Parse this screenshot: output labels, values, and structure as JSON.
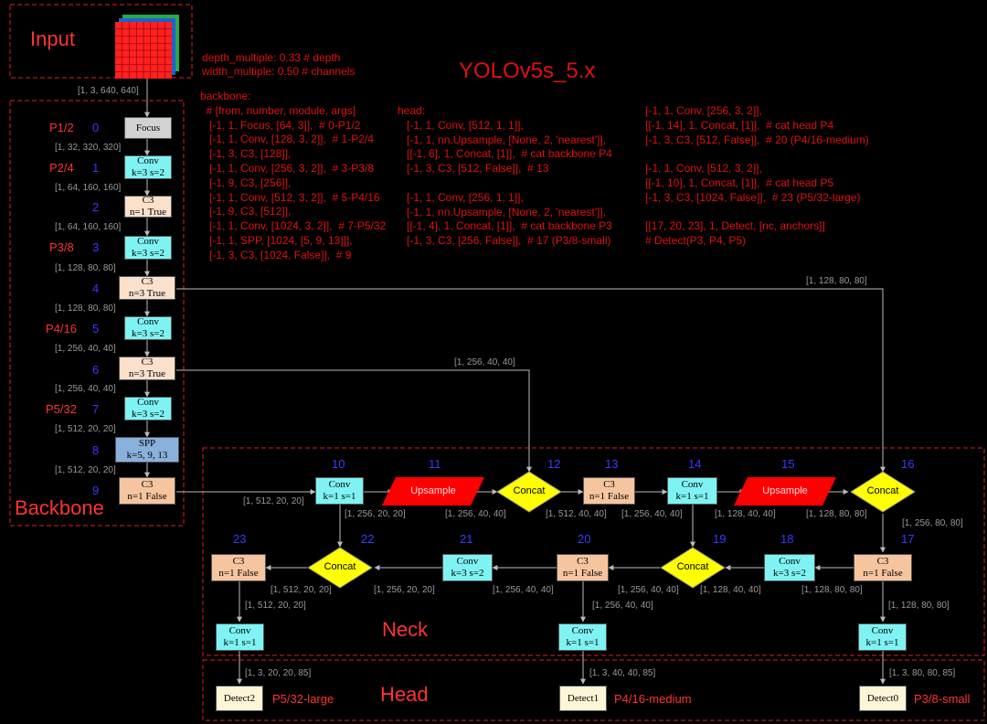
{
  "title": "YOLOv5s_5.x",
  "sections": {
    "input": "Input",
    "backbone": "Backbone",
    "neck": "Neck",
    "head": "Head"
  },
  "params": {
    "depth": "depth_multiple: 0.33  # depth",
    "width": "width_multiple: 0.50  # channels"
  },
  "backbone_code": [
    "backbone:",
    "  # [from, number, module, args]",
    "   [-1, 1, Focus, [64, 3]],  # 0-P1/2",
    "   [-1, 1, Conv, [128, 3, 2]],  # 1-P2/4",
    "   [-1, 3, C3, [128]],",
    "   [-1, 1, Conv, [256, 3, 2]],  # 3-P3/8",
    "   [-1, 9, C3, [256]],",
    "   [-1, 1, Conv, [512, 3, 2]],  # 5-P4/16",
    "   [-1, 9, C3, [512]],",
    "   [-1, 1, Conv, [1024, 3, 2]],  # 7-P5/32",
    "   [-1, 1, SPP, [1024, [5, 9, 13]]],",
    "   [-1, 3, C3, [1024, False]],  # 9"
  ],
  "head_code_1": [
    "head:",
    "   [-1, 1, Conv, [512, 1, 1]],",
    "   [-1, 1, nn.Upsample, [None, 2, 'nearest']],",
    "   [[-1, 6], 1, Concat, [1]],  # cat backbone P4",
    "   [-1, 3, C3, [512, False]],  # 13",
    "",
    "   [-1, 1, Conv, [256, 1, 1]],",
    "   [-1, 1, nn.Upsample, [None, 2, 'nearest']],",
    "   [[-1, 4], 1, Concat, [1]],  # cat backbone P3",
    "   [-1, 3, C3, [256, False]],  # 17 (P3/8-small)"
  ],
  "head_code_2": [
    "[-1, 1, Conv, [256, 3, 2]],",
    "[[-1, 14], 1, Concat, [1]],  # cat head P4",
    "[-1, 3, C3, [512, False]],  # 20 (P4/16-medium)",
    "",
    "[-1, 1, Conv, [512, 3, 2]],",
    "[[-1, 10], 1, Concat, [1]],  # cat head P5",
    "[-1, 3, C3, [1024, False]],  # 23 (P5/32-large)",
    "",
    "[[17, 20, 23], 1, Detect, [nc, anchors]]",
    "# Detect(P3, P4, P5)"
  ],
  "nodes": {
    "n0": {
      "idx": "0",
      "l1": "Focus",
      "l2": ""
    },
    "n1": {
      "idx": "1",
      "l1": "Conv",
      "l2": "k=3 s=2"
    },
    "n2": {
      "idx": "2",
      "l1": "C3",
      "l2": "n=1 True"
    },
    "n3": {
      "idx": "3",
      "l1": "Conv",
      "l2": "k=3 s=2"
    },
    "n4": {
      "idx": "4",
      "l1": "C3",
      "l2": "n=3 True"
    },
    "n5": {
      "idx": "5",
      "l1": "Conv",
      "l2": "k=3 s=2"
    },
    "n6": {
      "idx": "6",
      "l1": "C3",
      "l2": "n=3 True"
    },
    "n7": {
      "idx": "7",
      "l1": "Conv",
      "l2": "k=3 s=2"
    },
    "n8": {
      "idx": "8",
      "l1": "SPP",
      "l2": "k=5, 9, 13"
    },
    "n9": {
      "idx": "9",
      "l1": "C3",
      "l2": "n=1 False"
    },
    "n10": {
      "idx": "10",
      "l1": "Conv",
      "l2": "k=1 s=1"
    },
    "n11": {
      "idx": "11",
      "l1": "Upsample"
    },
    "n12": {
      "idx": "12",
      "l1": "Concat"
    },
    "n13": {
      "idx": "13",
      "l1": "C3",
      "l2": "n=1 False"
    },
    "n14": {
      "idx": "14",
      "l1": "Conv",
      "l2": "k=1 s=1"
    },
    "n15": {
      "idx": "15",
      "l1": "Upsample"
    },
    "n16": {
      "idx": "16",
      "l1": "Concat"
    },
    "n17": {
      "idx": "17",
      "l1": "C3",
      "l2": "n=1 False"
    },
    "n18": {
      "idx": "18",
      "l1": "Conv",
      "l2": "k=3 s=2"
    },
    "n19": {
      "idx": "19",
      "l1": "Concat"
    },
    "n20": {
      "idx": "20",
      "l1": "C3",
      "l2": "n=1 False"
    },
    "n21": {
      "idx": "21",
      "l1": "Conv",
      "l2": "k=3 s=2"
    },
    "n22": {
      "idx": "22",
      "l1": "Concat"
    },
    "n23": {
      "idx": "23",
      "l1": "C3",
      "l2": "n=1 False"
    },
    "cA": {
      "l1": "Conv",
      "l2": "k=1 s=1"
    },
    "cB": {
      "l1": "Conv",
      "l2": "k=1 s=1"
    },
    "cC": {
      "l1": "Conv",
      "l2": "k=1 s=1"
    },
    "d2": {
      "l1": "Detect2"
    },
    "d1": {
      "l1": "Detect1"
    },
    "d0": {
      "l1": "Detect0"
    }
  },
  "p_labels": [
    "P1/2",
    "P2/4",
    "P3/8",
    "P4/16",
    "P5/32"
  ],
  "detect_labels": [
    "P5/32-large",
    "P4/16-medium",
    "P3/8-small"
  ],
  "dims": {
    "in": "[1, 3, 640, 640]",
    "d0": "[1, 32, 320, 320]",
    "d1": "[1, 64, 160, 160]",
    "d2": "[1, 64, 160, 160]",
    "d3": "[1, 128, 80, 80]",
    "d4": "[1, 128, 80, 80]",
    "d5": "[1, 256, 40, 40]",
    "d6": "[1, 256, 40, 40]",
    "d7": "[1, 512, 20, 20]",
    "d8": "[1, 512, 20, 20]",
    "skip4": "[1, 128, 80, 80]",
    "skip6": "[1, 256, 40, 40]",
    "o9": "[1, 512, 20, 20]",
    "o10": "[1, 256, 20, 20]",
    "o11": "[1, 256, 40, 40]",
    "o12": "[1, 512, 40, 40]",
    "o13": "[1, 256, 40, 40]",
    "o14": "[1, 128, 40, 40]",
    "o15": "[1, 128, 80, 80]",
    "o16": "[1, 256, 80, 80]",
    "o17": "[1, 128, 80, 80]",
    "o18": "[1, 128, 40, 40]",
    "o19": "[1, 256, 40, 40]",
    "o20": "[1, 256, 40, 40]",
    "o21": "[1, 256, 20, 20]",
    "o22": "[1, 512, 20, 20]",
    "o23": "[1, 512, 20, 20]",
    "h2": "[1, 3, 20, 20, 85]",
    "h1": "[1, 3, 40, 40, 85]",
    "h0": "[1, 3, 80, 80, 85]"
  },
  "colors": {
    "text_red": "#e01010",
    "box_border": "#e02020",
    "index_blue": "#3a3aff",
    "conv": "#7ff3f3",
    "c3": "#f6c5a0",
    "concat": "#ffff00",
    "upsample": "#ff0000"
  }
}
